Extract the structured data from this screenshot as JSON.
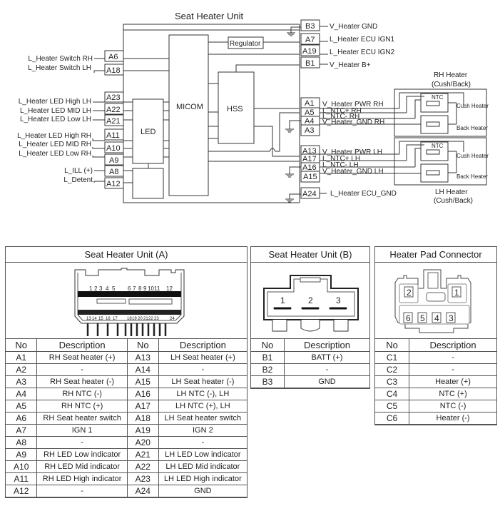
{
  "diagram": {
    "title": "Seat Heater Unit",
    "blocks": {
      "micom": "MICOM",
      "hss": "HSS",
      "led": "LED",
      "regulator": "Regulator"
    },
    "left_signals": [
      {
        "label": "L_Heater Switch RH",
        "pin": "A6"
      },
      {
        "label": "L_Heater Switch LH",
        "pin": "A18"
      },
      {
        "label": "L_Heater LED High LH",
        "pin": "A23"
      },
      {
        "label": "L_Heater LED MID LH",
        "pin": "A22"
      },
      {
        "label": "L_Heater LED Low LH",
        "pin": "A21"
      },
      {
        "label": "L_Heater LED High RH",
        "pin": "A11"
      },
      {
        "label": "L_Heater LED MID RH",
        "pin": "A10"
      },
      {
        "label": "L_Heater LED Low RH",
        "pin": "A9"
      },
      {
        "label": "L_ILL (+)",
        "pin": "A8"
      },
      {
        "label": "L_Detent",
        "pin": "A12"
      }
    ],
    "right_signals": [
      {
        "pin": "B3",
        "label": "V_Heater GND"
      },
      {
        "pin": "A7",
        "label": "L_Heater ECU IGN1"
      },
      {
        "pin": "A19",
        "label": "L_Heater ECU IGN2"
      },
      {
        "pin": "B1",
        "label": "V_Heater B+"
      },
      {
        "pin": "A1",
        "label": "V_Heater PWR RH"
      },
      {
        "pin": "A5",
        "label": "L_NTC+ RH"
      },
      {
        "pin": "A4",
        "label": "L_NTC- RH"
      },
      {
        "pin": "A3",
        "label": "V_Heater_GND RH"
      },
      {
        "pin": "A13",
        "label": "V_Heater PWR LH"
      },
      {
        "pin": "A17",
        "label": "L_NTC+ LH"
      },
      {
        "pin": "A16",
        "label": "L_NTC- LH"
      },
      {
        "pin": "A15",
        "label": "V_Heater_GND LH"
      },
      {
        "pin": "A24",
        "label": "L_Heater ECU_GND"
      }
    ],
    "rh_heater": {
      "title_line1": "RH Heater",
      "title_line2": "(Cush/Back)",
      "ntc": "NTC",
      "cush": "Cush Heater",
      "back": "Back Heater"
    },
    "lh_heater": {
      "title_line1": "LH Heater",
      "title_line2": "(Cush/Back)",
      "ntc": "NTC",
      "cush": "Cush Heater",
      "back": "Back Heater"
    }
  },
  "connector_a": {
    "title": "Seat Heater Unit (A)",
    "top_pins": [
      "1",
      "2",
      "3",
      "4",
      "5",
      "6",
      "7",
      "8",
      "9",
      "10",
      "11",
      "12"
    ],
    "bottom_pins": [
      "13",
      "14",
      "15",
      "16",
      "17",
      "18",
      "19",
      "20",
      "21",
      "22",
      "23",
      "24"
    ],
    "headers": [
      "No",
      "Description",
      "No",
      "Description"
    ],
    "rows": [
      [
        "A1",
        "RH Seat heater (+)",
        "A13",
        "LH Seat heater (+)"
      ],
      [
        "A2",
        "-",
        "A14",
        "-"
      ],
      [
        "A3",
        "RH Seat heater (-)",
        "A15",
        "LH Seat heater (-)"
      ],
      [
        "A4",
        "RH NTC (-)",
        "A16",
        "LH NTC (-), LH"
      ],
      [
        "A5",
        "RH NTC (+)",
        "A17",
        "LH NTC (+), LH"
      ],
      [
        "A6",
        "RH Seat heater switch",
        "A18",
        "LH Seat heater switch"
      ],
      [
        "A7",
        "IGN 1",
        "A19",
        "IGN 2"
      ],
      [
        "A8",
        "-",
        "A20",
        "-"
      ],
      [
        "A9",
        "RH LED Low indicator",
        "A21",
        "LH LED Low indicator"
      ],
      [
        "A10",
        "RH LED Mid indicator",
        "A22",
        "LH LED Mid indicator"
      ],
      [
        "A11",
        "RH LED High indicator",
        "A23",
        "LH LED High indicator"
      ],
      [
        "A12",
        "-",
        "A24",
        "GND"
      ]
    ]
  },
  "connector_b": {
    "title": "Seat Heater Unit (B)",
    "pins": [
      "1",
      "2",
      "3"
    ],
    "headers": [
      "No",
      "Description"
    ],
    "rows": [
      [
        "B1",
        "BATT (+)"
      ],
      [
        "B2",
        "-"
      ],
      [
        "B3",
        "GND"
      ]
    ]
  },
  "connector_c": {
    "title": "Heater Pad Connector",
    "pins": [
      "2",
      "1",
      "6",
      "5",
      "4",
      "3"
    ],
    "headers": [
      "No",
      "Description"
    ],
    "rows": [
      [
        "C1",
        "-"
      ],
      [
        "C2",
        "-"
      ],
      [
        "C3",
        "Heater (+)"
      ],
      [
        "C4",
        "NTC (+)"
      ],
      [
        "C5",
        "NTC (-)"
      ],
      [
        "C6",
        "Heater (-)"
      ]
    ]
  }
}
